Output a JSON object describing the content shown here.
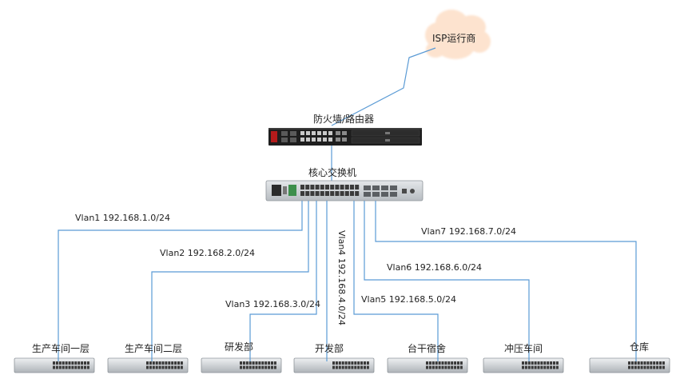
{
  "isp": {
    "label": "ISP运行商"
  },
  "firewall": {
    "label": "防火墙/路由器"
  },
  "core_switch": {
    "label": "核心交换机"
  },
  "vlans": [
    {
      "id": "vlan1",
      "label": "Vlan1 192.168.1.0/24"
    },
    {
      "id": "vlan2",
      "label": "Vlan2 192.168.2.0/24"
    },
    {
      "id": "vlan3",
      "label": "Vlan3 192.168.3.0/24"
    },
    {
      "id": "vlan4",
      "label": "Vlan4 192.168.4.0/24"
    },
    {
      "id": "vlan5",
      "label": "Vlan5 192.168.5.0/24"
    },
    {
      "id": "vlan6",
      "label": "Vlan6 192.168.6.0/24"
    },
    {
      "id": "vlan7",
      "label": "Vlan7 192.168.7.0/24"
    }
  ],
  "departments": [
    {
      "id": "dept1",
      "label": "生产车间一层"
    },
    {
      "id": "dept2",
      "label": "生产车间二层"
    },
    {
      "id": "dept3",
      "label": "研发部"
    },
    {
      "id": "dept4",
      "label": "开发部"
    },
    {
      "id": "dept5",
      "label": "台干宿舍"
    },
    {
      "id": "dept6",
      "label": "冲压车间"
    },
    {
      "id": "dept7",
      "label": "仓库"
    }
  ],
  "colors": {
    "link": "#5b9bd5",
    "cloud": "#fde3cf",
    "cloud_edge": "#f6c9a8",
    "device_dark": "#1e1e1e",
    "switch_body": "#c8ccd0",
    "port": "#3a3a3a"
  }
}
